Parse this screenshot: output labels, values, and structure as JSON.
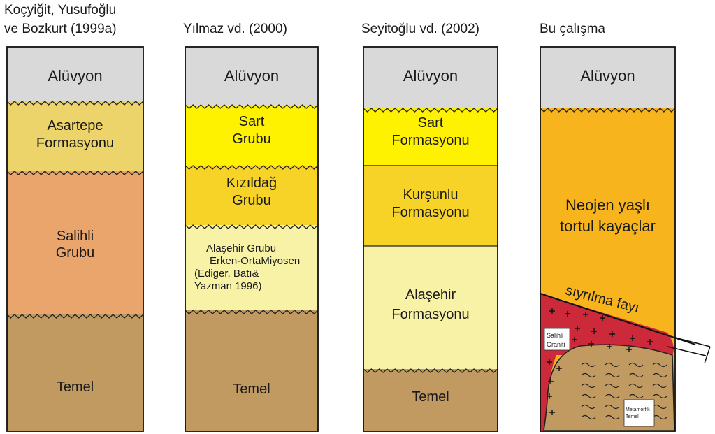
{
  "columns": [
    {
      "header_lines": [
        "Koçyiğit, Yusufoğlu",
        "ve Bozkurt (1999a)"
      ],
      "units": [
        {
          "lines": [
            "Alüvyon"
          ],
          "color": "#d9d9d9"
        },
        {
          "lines": [
            "Asartepe",
            "Formasyonu"
          ],
          "color": "#ecd46a"
        },
        {
          "lines": [
            "Salihli",
            "Grubu"
          ],
          "color": "#e9a56b"
        },
        {
          "lines": [
            "Temel"
          ],
          "color": "#c19a62"
        }
      ]
    },
    {
      "header_lines": [
        "Yılmaz vd. (2000)"
      ],
      "units": [
        {
          "lines": [
            "Alüvyon"
          ],
          "color": "#d9d9d9"
        },
        {
          "lines": [
            "Sart",
            "Grubu"
          ],
          "color": "#fff200"
        },
        {
          "lines": [
            "Kızıldağ",
            "Grubu"
          ],
          "color": "#f7d328"
        },
        {
          "lines": [
            "Alaşehir Grubu",
            "Erken-OrtaMiyosen",
            "(Ediger, Batı&",
            "Yazman 1996)"
          ],
          "color": "#f8f2a6"
        },
        {
          "lines": [
            "Temel"
          ],
          "color": "#c19a62"
        }
      ]
    },
    {
      "header_lines": [
        "Seyitoğlu vd. (2002)"
      ],
      "units": [
        {
          "lines": [
            "Alüvyon"
          ],
          "color": "#d9d9d9"
        },
        {
          "lines": [
            "Sart",
            "Formasyonu"
          ],
          "color": "#fff200"
        },
        {
          "lines": [
            "Kurşunlu",
            "Formasyonu"
          ],
          "color": "#f7d328"
        },
        {
          "lines": [
            "Alaşehir",
            "Formasyonu"
          ],
          "color": "#f8f2a6"
        },
        {
          "lines": [
            "Temel"
          ],
          "color": "#c19a62"
        }
      ]
    },
    {
      "header_lines": [
        "Bu çalışma"
      ],
      "units": [
        {
          "lines": [
            "Alüvyon"
          ],
          "color": "#d9d9d9"
        },
        {
          "lines": [
            "Neojen yaşlı",
            "tortul kayaçlar"
          ],
          "color": "#f8b41c"
        }
      ],
      "fault_label": "sıyrılma fayı",
      "granite_label": [
        "Salihli",
        "Graniti"
      ],
      "granite_color": "#cc2a3b",
      "metamorphic_label": [
        "Metamorfik",
        "Temel"
      ],
      "metamorphic_color": "#c19a62"
    }
  ]
}
